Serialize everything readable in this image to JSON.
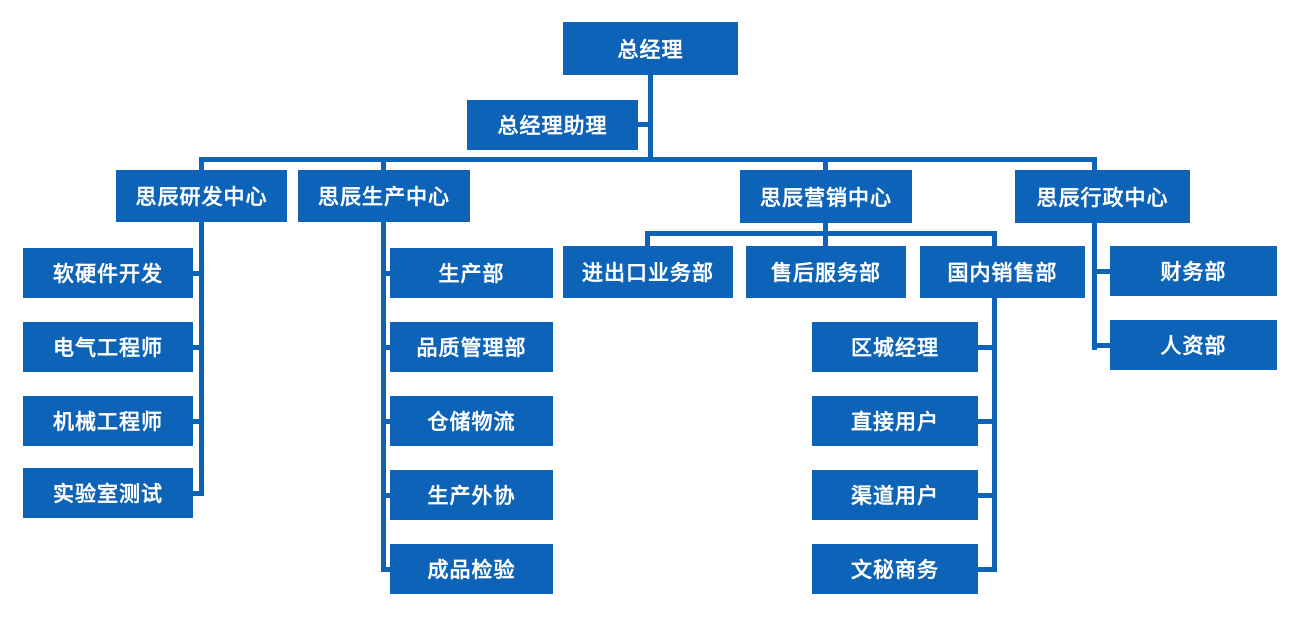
{
  "diagram_type": "organization-chart",
  "colors": {
    "node_fill": "#0C63B7",
    "connector": "#0C63B7",
    "node_text": "#FFFFFF",
    "background": "#FFFFFF"
  },
  "nodes": {
    "gm": {
      "label": "总经理"
    },
    "assistant": {
      "label": "总经理助理"
    },
    "rd_center": {
      "label": "思辰研发中心"
    },
    "prod_center": {
      "label": "思辰生产中心"
    },
    "mkt_center": {
      "label": "思辰营销中心"
    },
    "admin_center": {
      "label": "思辰行政中心"
    },
    "rd1": {
      "label": "软硬件开发"
    },
    "rd2": {
      "label": "电气工程师"
    },
    "rd3": {
      "label": "机械工程师"
    },
    "rd4": {
      "label": "实验室测试"
    },
    "pd1": {
      "label": "生产部"
    },
    "pd2": {
      "label": "品质管理部"
    },
    "pd3": {
      "label": "仓储物流"
    },
    "pd4": {
      "label": "生产外协"
    },
    "pd5": {
      "label": "成品检验"
    },
    "mk1": {
      "label": "进出口业务部"
    },
    "mk2": {
      "label": "售后服务部"
    },
    "mk3": {
      "label": "国内销售部"
    },
    "sl1": {
      "label": "区城经理"
    },
    "sl2": {
      "label": "直接用户"
    },
    "sl3": {
      "label": "渠道用户"
    },
    "sl4": {
      "label": "文秘商务"
    },
    "ad1": {
      "label": "财务部"
    },
    "ad2": {
      "label": "人资部"
    }
  },
  "hierarchy": {
    "root": "总经理",
    "assistant_of_root": "总经理助理",
    "children": [
      {
        "label": "思辰研发中心",
        "children": [
          "软硬件开发",
          "电气工程师",
          "机械工程师",
          "实验室测试"
        ]
      },
      {
        "label": "思辰生产中心",
        "children": [
          "生产部",
          "品质管理部",
          "仓储物流",
          "生产外协",
          "成品检验"
        ]
      },
      {
        "label": "思辰营销中心",
        "children": [
          {
            "label": "进出口业务部",
            "children": []
          },
          {
            "label": "售后服务部",
            "children": []
          },
          {
            "label": "国内销售部",
            "children": [
              "区城经理",
              "直接用户",
              "渠道用户",
              "文秘商务"
            ]
          }
        ]
      },
      {
        "label": "思辰行政中心",
        "children": [
          "财务部",
          "人资部"
        ]
      }
    ]
  }
}
